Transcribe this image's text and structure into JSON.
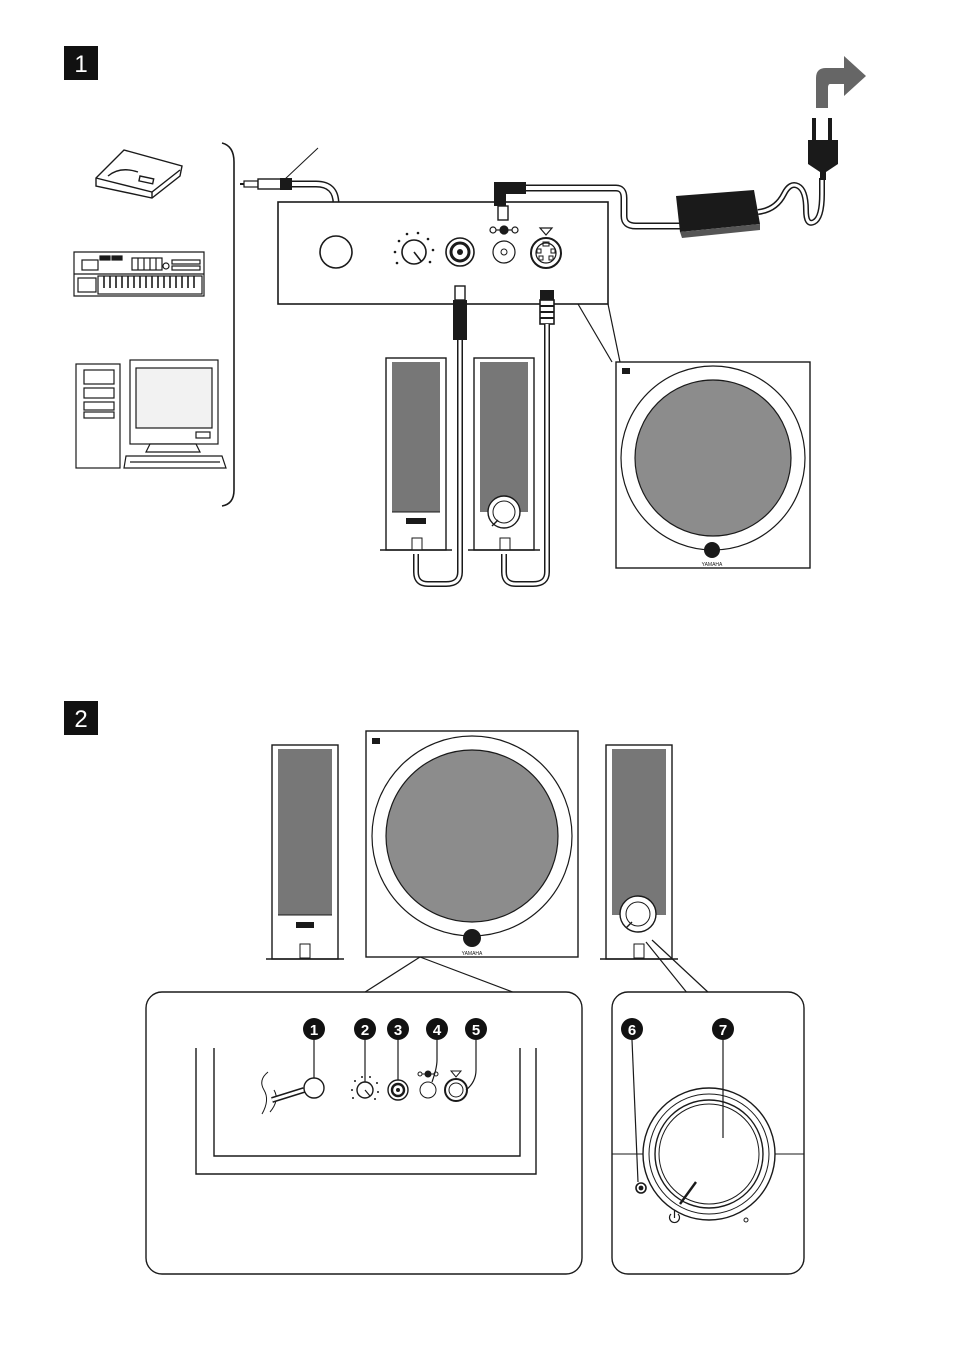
{
  "sections": [
    {
      "number": "1"
    },
    {
      "number": "2"
    }
  ],
  "callouts": [
    "1",
    "2",
    "3",
    "4",
    "5",
    "6",
    "7"
  ],
  "brand": "YAMAHA",
  "colors": {
    "ink": "#1a1a1a",
    "grill": "#8c8c8c",
    "cabinet": "#6e6e6e",
    "paper": "#ffffff"
  },
  "icons": [
    "md-player-icon",
    "keyboard-synth-icon",
    "desktop-computer-icon",
    "ac-plug-icon",
    "power-adapter-icon",
    "arrow-up-right-icon",
    "power-symbol-icon"
  ]
}
